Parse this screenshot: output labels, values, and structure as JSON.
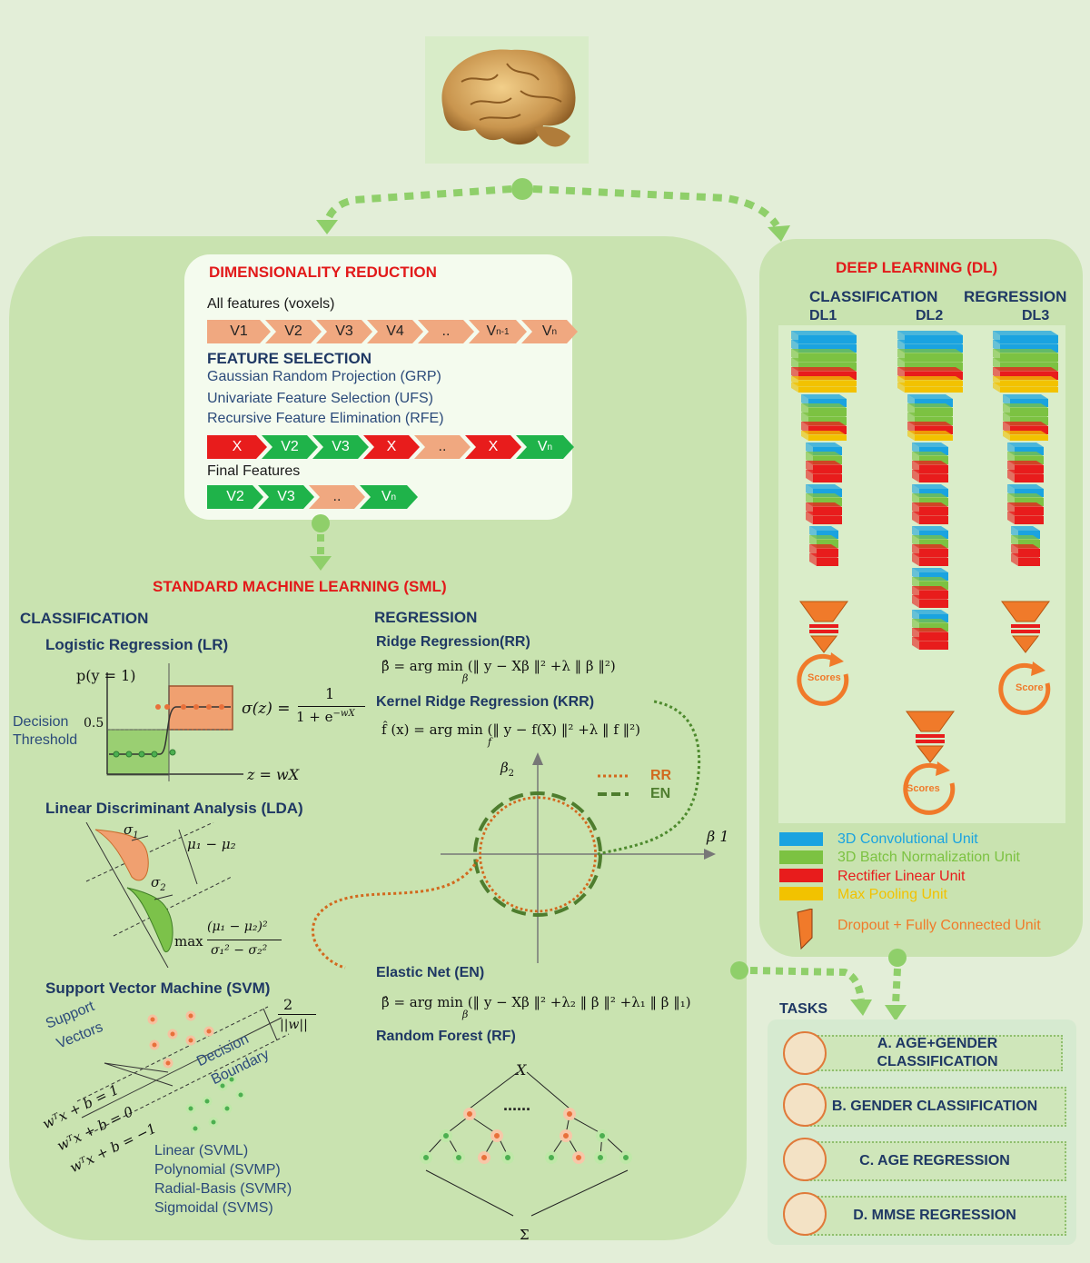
{
  "dimensionality_reduction": {
    "title": "DIMENSIONALITY REDUCTION",
    "all_features_label": "All features (voxels)",
    "all_features": [
      "V1",
      "V2",
      "V3",
      "V4",
      "..",
      "V",
      "V"
    ],
    "all_features_sub": [
      "",
      "",
      "",
      "",
      "",
      "n-1",
      "n"
    ],
    "feature_selection_title": "FEATURE SELECTION",
    "methods": [
      "Gaussian Random Projection (GRP)",
      "Univariate Feature Selection (UFS)",
      "Recursive Feature Elimination (RFE)"
    ],
    "selected": [
      "X",
      "V2",
      "V3",
      "X",
      "..",
      "X",
      "V"
    ],
    "final_label": "Final Features",
    "final": [
      "V2",
      "V3",
      "..",
      "V"
    ]
  },
  "sml": {
    "title": "STANDARD MACHINE LEARNING (SML)",
    "classification": {
      "title": "CLASSIFICATION",
      "lr_title": "Logistic Regression (LR)",
      "lr_y": "p(y = 1)",
      "lr_threshold": [
        "Decision",
        "Threshold"
      ],
      "lr_half": "0.5",
      "lr_x": "z = wX",
      "lr_sigma": "σ(z) =",
      "lr_num": "1",
      "lr_den": "1 + e",
      "lr_den_exp": "−wX",
      "lda_title": "Linear Discriminant Analysis (LDA)",
      "lda_s1": "σ",
      "lda_s2": "σ",
      "lda_mu": "μ₁ − μ₂",
      "lda_max": "max",
      "lda_num": "(μ₁ − μ₂)²",
      "lda_den": "σ₁² − σ₂²",
      "svm_title": "Support Vector Machine (SVM)",
      "svm_sv": [
        "Support",
        "Vectors"
      ],
      "svm_db": [
        "Decision",
        "Boundary"
      ],
      "svm_margin_num": "2",
      "svm_margin_den": "||w||",
      "svm_eq": [
        "wᵀx + b = 1",
        "wᵀx + b = 0",
        "wᵀx + b = −1"
      ],
      "svm_kernels": [
        "Linear (SVML)",
        "Polynomial (SVMP)",
        "Radial-Basis (SVMR)",
        "Sigmoidal (SVMS)"
      ]
    },
    "regression": {
      "title": "REGRESSION",
      "rr_title": "Ridge Regression(RR)",
      "rr_eq": "β̂ = arg min (‖ y − Xβ ‖² +λ ‖ β ‖²)",
      "rr_sub": "β",
      "krr_title": "Kernel Ridge Regression (KRR)",
      "krr_eq": "f̂ (x) = arg min (‖ y − f(X) ‖² +λ ‖ f ‖²)",
      "krr_sub": "f",
      "axis_b2": "β",
      "axis_b1": "β 1",
      "legend_rr": "RR",
      "legend_en": "EN",
      "en_title": "Elastic Net (EN)",
      "en_eq": "β̂ = arg min (‖ y − Xβ ‖² +λ₂ ‖ β ‖² +λ₁ ‖ β ‖₁)",
      "en_sub": "β",
      "rf_title": "Random Forest (RF)",
      "rf_top": "X",
      "rf_dots": "......",
      "rf_bottom": "Σ"
    }
  },
  "dl": {
    "title": "DEEP LEARNING (DL)",
    "classification": "CLASSIFICATION",
    "regression": "REGRESSION",
    "nets": [
      "DL1",
      "DL2",
      "DL3"
    ],
    "scores": [
      "Scores",
      "Scores",
      "Score"
    ],
    "legend": [
      {
        "label": "3D Convolutional Unit",
        "color": "#1aa3e0"
      },
      {
        "label": "3D Batch Normalization Unit",
        "color": "#7cc242"
      },
      {
        "label": "Rectifier Linear Unit",
        "color": "#e81c1c"
      },
      {
        "label": "Max Pooling Unit",
        "color": "#f2c200"
      },
      {
        "label": "Dropout + Fully Connected Unit",
        "color": "#f07a2a"
      }
    ]
  },
  "tasks": {
    "title": "TASKS",
    "items": [
      "A. AGE+GENDER CLASSIFICATION",
      "B. GENDER CLASSIFICATION",
      "C. AGE REGRESSION",
      "D. MMSE REGRESSION"
    ]
  },
  "icons": {
    "brain": "brain-icon"
  }
}
